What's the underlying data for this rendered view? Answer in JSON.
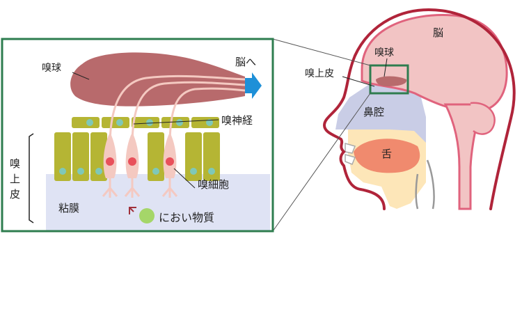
{
  "labels": {
    "brain": "脳",
    "olfactory_bulb_head": "嗅球",
    "olfactory_epithelium_head": "嗅上皮",
    "nasal_cavity": "鼻腔",
    "tongue": "舌",
    "olfactory_bulb_zoom": "嗅球",
    "to_brain": "脳へ",
    "olfactory_nerve": "嗅神経",
    "olfactory_cell": "嗅細胞",
    "mucus": "粘膜",
    "odor_substance": "におい物質",
    "epithelium_vertical": [
      "嗅",
      "上",
      "皮"
    ]
  },
  "colors": {
    "frame_green": "#2e7d4f",
    "bulb": "#b86a6c",
    "neuron": "#f4c9c1",
    "support_cell": "#b5b534",
    "cell_nucleus_teal": "#7fc8b8",
    "neuron_nucleus": "#e8505b",
    "mucus": "#dfe3f4",
    "arrow_blue": "#1e90d8",
    "head_outline": "#b0243a",
    "brain_fill": "#f2c4c4",
    "nasal_fill": "#c9cde6",
    "tongue_fill": "#f08a6e",
    "mouth_fill": "#fde6b8",
    "odor_green": "#9fd45a"
  }
}
